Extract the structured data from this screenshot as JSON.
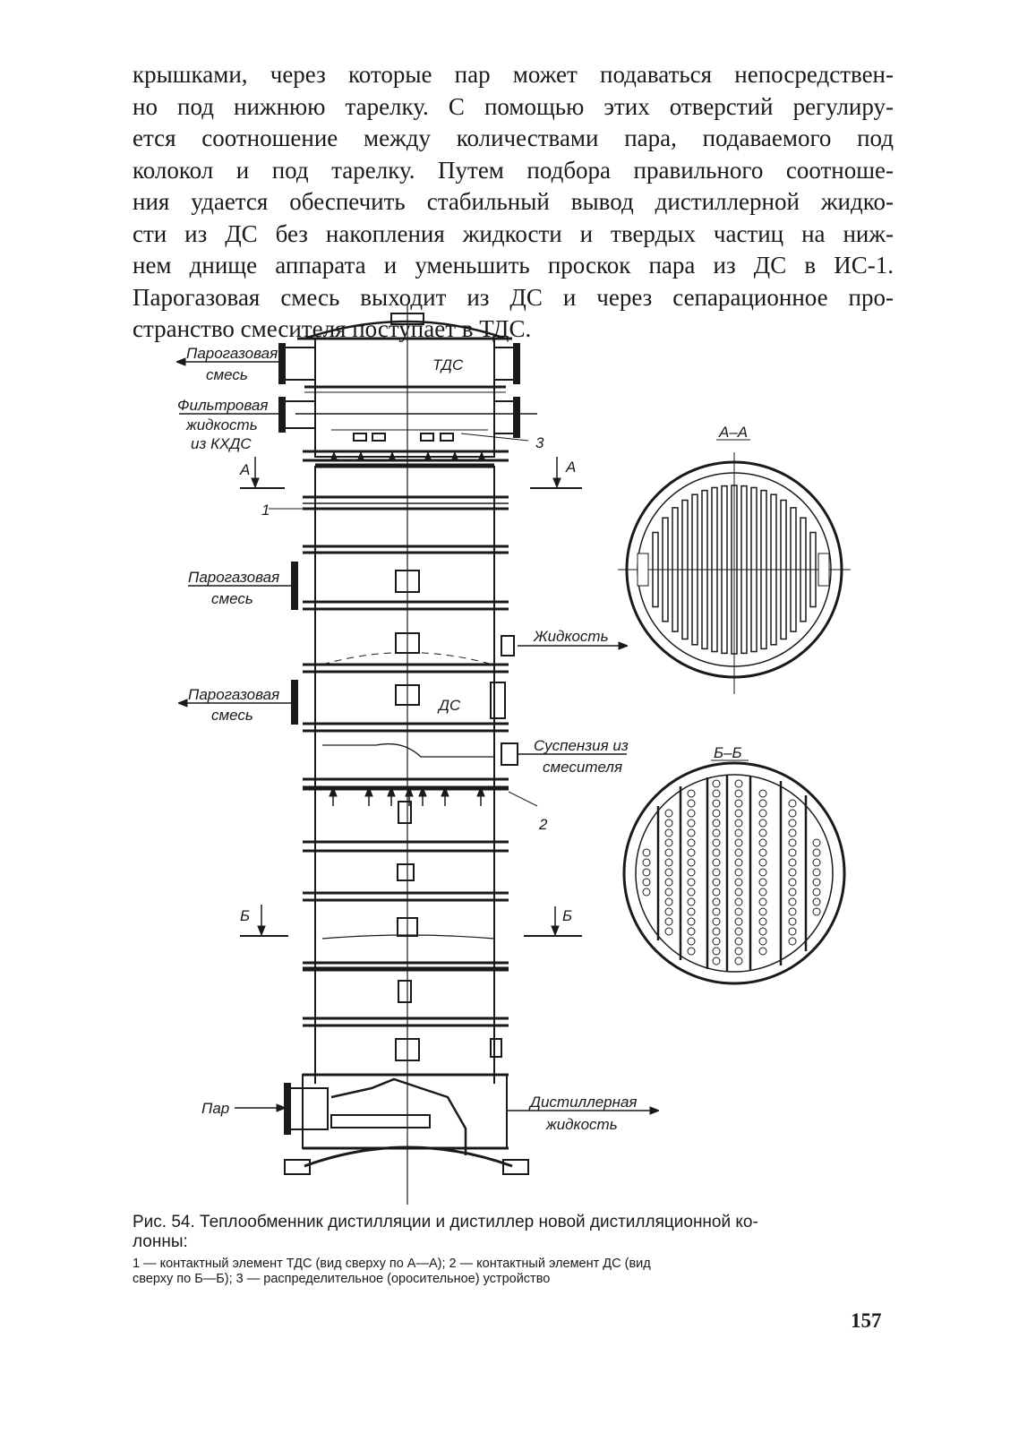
{
  "body_text": [
    "крышками, через которые пар может подаваться непосредствен-",
    "но под нижнюю тарелку. С помощью этих отверстий регулиру-",
    "ется соотношение между количествами пара, подаваемого под",
    "колокол и под тарелку. Путем подбора правильного соотноше-",
    "ния удается обеспечить стабильный вывод дистиллерной жидко-",
    "сти из ДС без накопления жидкости и твердых частиц на ниж-",
    "нем днище аппарата и уменьшить проскок пара из ДС в ИС-1.",
    "Парогазовая смесь выходит из ДС и через сепарационное про-",
    "странство смесителя поступает в ТДС."
  ],
  "figure": {
    "labels": {
      "gas_mix_1a": "Парогазовая",
      "gas_mix_1b": "смесь",
      "filtr_a": "Фильтровая",
      "filtr_b": "жидкость",
      "filtr_c": "из КХДС",
      "tds": "ТДС",
      "num3": "3",
      "sec_a_left": "А",
      "sec_a_right": "А",
      "num1": "1",
      "gas_mix_2a": "Парогазовая",
      "gas_mix_2b": "смесь",
      "liquid": "Жидкость",
      "gas_mix_3a": "Парогазовая",
      "gas_mix_3b": "смесь",
      "ds": "ДС",
      "susp_a": "Суспензия из",
      "susp_b": "смесителя",
      "num2": "2",
      "sec_b_left": "Б",
      "sec_b_right": "Б",
      "steam": "Пар",
      "dist_a": "Дистиллерная",
      "dist_b": "жидкость",
      "view_aa": "А–А",
      "view_bb": "Б–Б"
    }
  },
  "caption": {
    "line1": "Рис. 54. Теплообменник дистилляции и дистиллер новой дистилляционной ко-",
    "line2": "лонны:",
    "legend1": "1 — контактный элемент ТДС (вид сверху по А—А); 2 — контактный элемент ДС (вид",
    "legend2": "сверху по Б—Б); 3 — распределительное (оросительное) устройство"
  },
  "page_number": "157"
}
